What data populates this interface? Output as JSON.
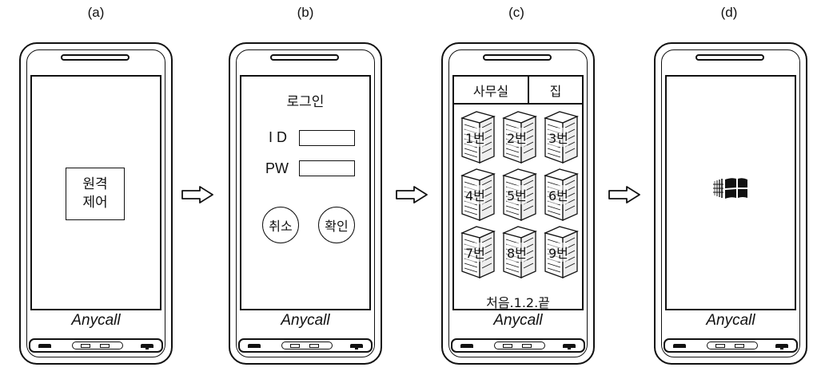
{
  "panels": {
    "a": {
      "label": "(a)",
      "brand": "Anycall",
      "remote_line1": "원격",
      "remote_line2": "제어"
    },
    "b": {
      "label": "(b)",
      "brand": "Anycall",
      "title": "로그인",
      "id_label": "I D",
      "pw_label": "PW",
      "cancel": "취소",
      "confirm": "확인"
    },
    "c": {
      "label": "(c)",
      "brand": "Anycall",
      "tabs": [
        "사무실",
        "집"
      ],
      "servers": [
        "1번",
        "2번",
        "3번",
        "4번",
        "5번",
        "6번",
        "7번",
        "8번",
        "9번"
      ],
      "pager": "처음.1.2.끝"
    },
    "d": {
      "label": "(d)",
      "brand": "Anycall",
      "logo": "windows-logo"
    }
  },
  "icons": {
    "arrow": "hollow-right-arrow",
    "server": "server-rack-icon"
  }
}
